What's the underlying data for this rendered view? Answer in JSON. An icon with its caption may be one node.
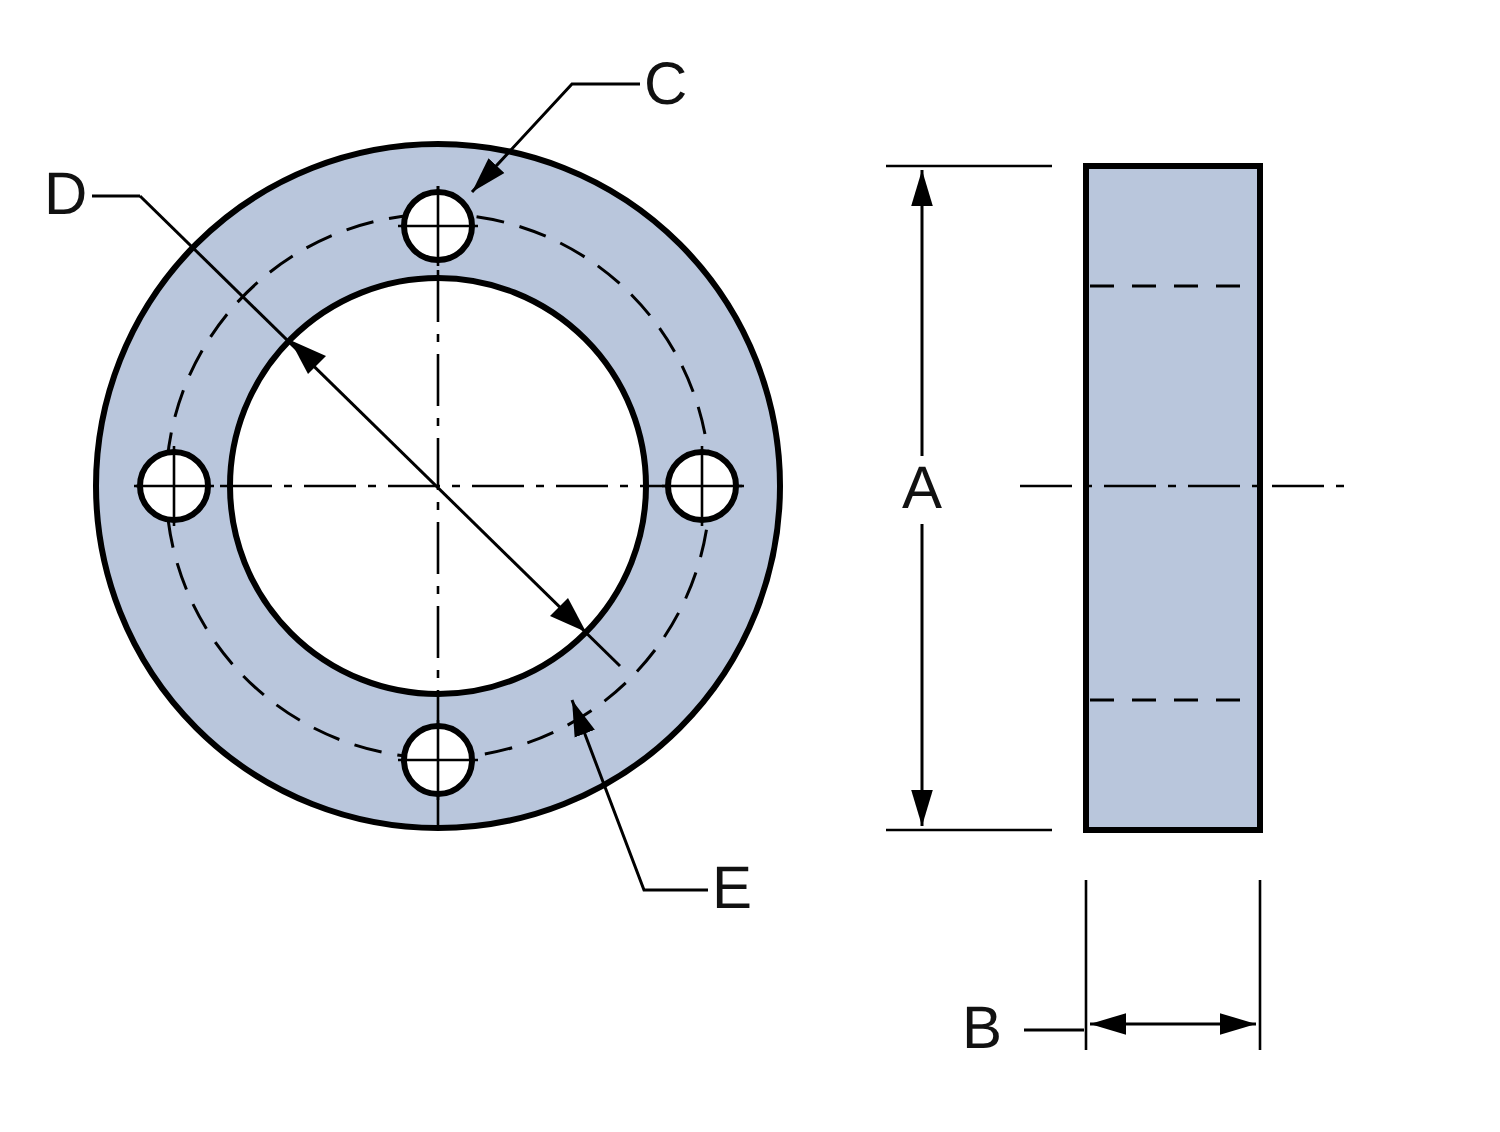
{
  "diagram": {
    "nodes": [
      {
        "text": [
          "C"
        ]
      },
      {
        "text": [
          "D"
        ]
      },
      {
        "text": [
          "E"
        ]
      }
    ],
    "edges": [
      {
        "from": 0,
        "to": null,
        "arrow": "to"
      },
      {
        "from": 1,
        "to": null,
        "arrow": "none"
      },
      {
        "from": 2,
        "to": null,
        "arrow": "to"
      }
    ],
    "labels": [
      "A",
      "B"
    ]
  }
}
